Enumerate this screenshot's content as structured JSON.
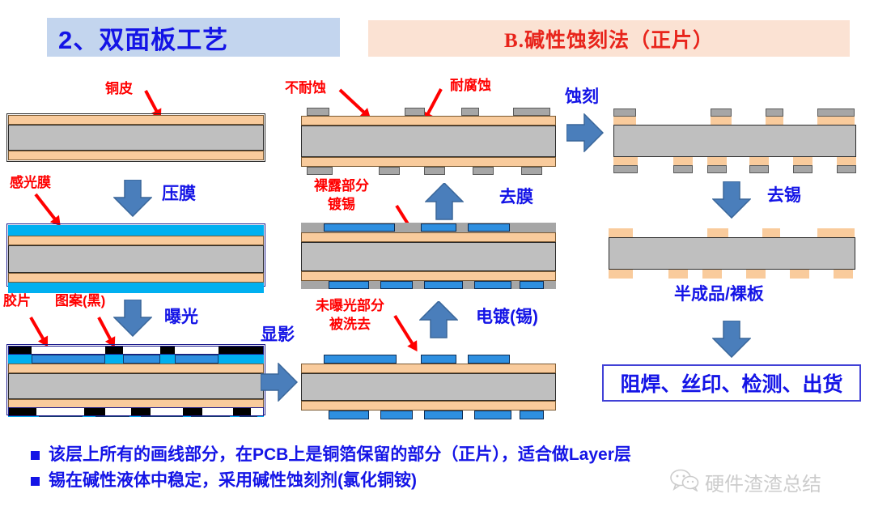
{
  "header": {
    "left_title": "2、双面板工艺",
    "right_title": "B.碱性蚀刻法（正片）"
  },
  "labels": {
    "copper_foil": "铜皮",
    "photoresist": "感光膜",
    "laminate": "压膜",
    "film": "胶片",
    "pattern_black": "图案(黑)",
    "expose": "曝光",
    "develop": "显影",
    "not_etch_resistant": "不耐蚀",
    "etch_resistant": "耐腐蚀",
    "bare_part_line1": "裸露部分",
    "bare_part_line2": "镀锡",
    "strip_film": "去膜",
    "unexposed_line1": "未曝光部分",
    "unexposed_line2": "被洗去",
    "electroplate_tin": "电镀(锡)",
    "etching": "蚀刻",
    "strip_tin": "去锡",
    "half_product": "半成品/裸板",
    "final_step": "阻焊、丝印、检测、出货"
  },
  "bullets": [
    "该层上所有的画线部分，在PCB上是铜箔保留的部分（正片），适合做Layer层",
    "锡在碱性液体中稳定，采用碱性蚀刻剂(氯化铜铵)"
  ],
  "watermark": {
    "text": "硬件渣渣总结",
    "icon": "wechat-icon"
  },
  "colors": {
    "header_left_bg": "#c3d5ee",
    "header_right_bg": "#fbe2d3",
    "title_blue": "#1414e6",
    "title_red": "#e8241b",
    "label_red": "#ff0000",
    "copper": "#f9cb9c",
    "substrate": "#bfbfbf",
    "photoresist_cyan": "#00b0f0",
    "exposed_blue": "#2e8fe0",
    "tin_blue": "#2e8fe0",
    "tin_gray": "#a6a6a6",
    "arrow_blue": "#4a7ebb"
  }
}
